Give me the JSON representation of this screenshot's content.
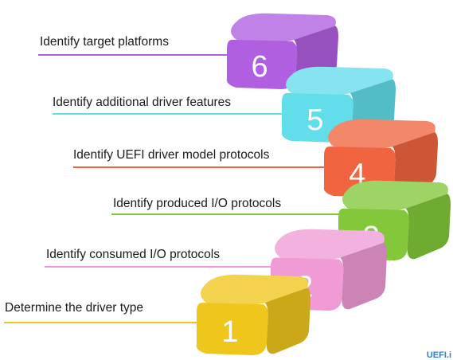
{
  "steps": [
    {
      "number": "1",
      "label": "Determine the driver type",
      "color": "#efc61b"
    },
    {
      "number": "2",
      "label": "Identify consumed I/O protocols",
      "color": "#f09bd6"
    },
    {
      "number": "3",
      "label": "Identify produced I/O protocols",
      "color": "#82c83a"
    },
    {
      "number": "4",
      "label": "Identify UEFI driver model protocols",
      "color": "#f0653f"
    },
    {
      "number": "5",
      "label": "Identify additional driver features",
      "color": "#62ddea"
    },
    {
      "number": "6",
      "label": "Identify target platforms",
      "color": "#b05fe0"
    }
  ],
  "footer": {
    "logo_text": "UEFI.i"
  }
}
